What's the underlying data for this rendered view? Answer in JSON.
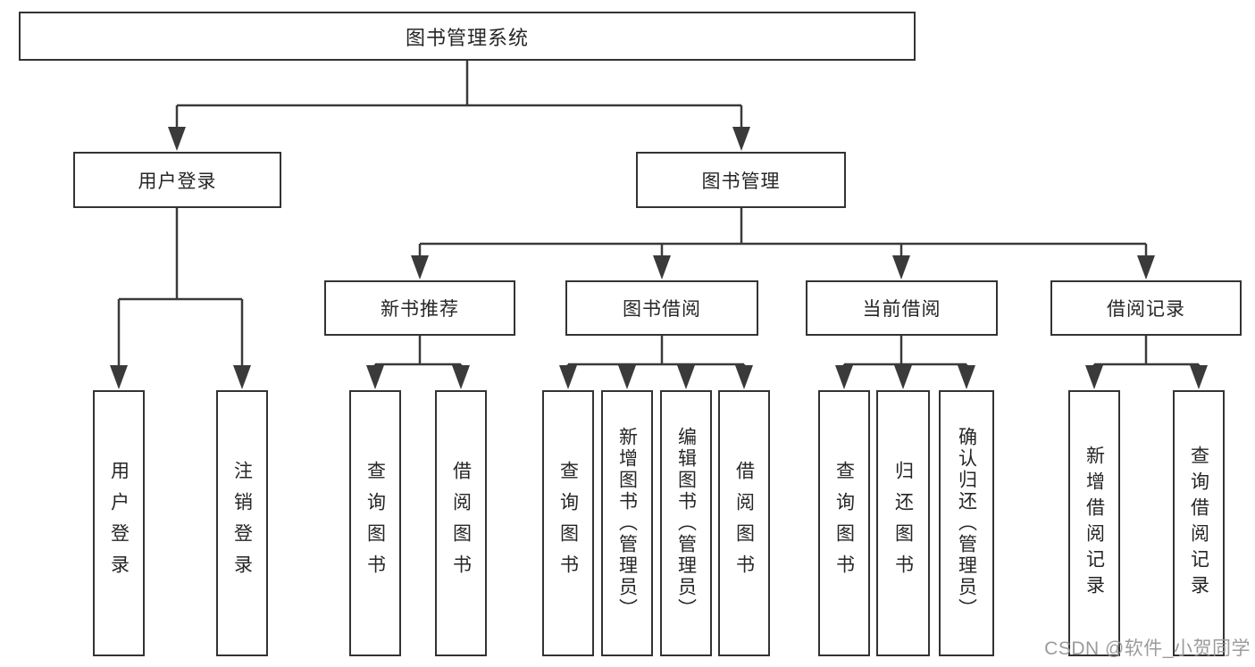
{
  "tree": {
    "label": "图书管理系统",
    "children": [
      {
        "label": "用户登录",
        "children": [
          {
            "label": "用户登录"
          },
          {
            "label": "注销登录"
          }
        ]
      },
      {
        "label": "图书管理",
        "children": [
          {
            "label": "新书推荐",
            "children": [
              {
                "label": "查询图书"
              },
              {
                "label": "借阅图书"
              }
            ]
          },
          {
            "label": "图书借阅",
            "children": [
              {
                "label": "查询图书"
              },
              {
                "label": "新增图书（管理员）"
              },
              {
                "label": "编辑图书（管理员）"
              },
              {
                "label": "借阅图书"
              }
            ]
          },
          {
            "label": "当前借阅",
            "children": [
              {
                "label": "查询图书"
              },
              {
                "label": "归还图书"
              },
              {
                "label": "确认归还（管理员）"
              }
            ]
          },
          {
            "label": "借阅记录",
            "children": [
              {
                "label": "新增借阅记录"
              },
              {
                "label": "查询借阅记录"
              }
            ]
          }
        ]
      }
    ]
  },
  "watermark": {
    "text": "CSDN @软件_小贺同学"
  },
  "colors": {
    "line": "#3a3a3a",
    "box_border": "#333333",
    "box_background": "#ffffff",
    "text": "#262626",
    "watermark": "#969696",
    "page_background": "#ffffff"
  }
}
